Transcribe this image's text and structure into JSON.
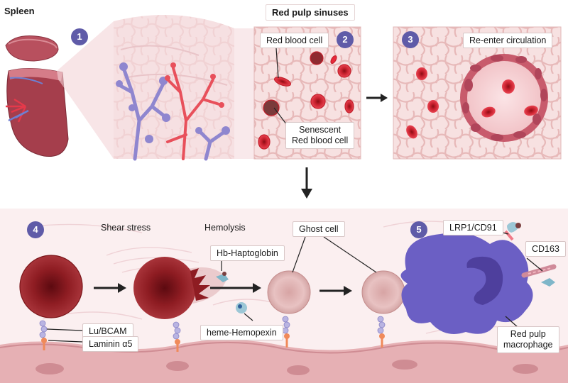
{
  "headers": {
    "spleen": "Spleen",
    "red_pulp_sinuses": "Red pulp sinuses"
  },
  "steps": [
    "1",
    "2",
    "3",
    "4",
    "5"
  ],
  "labels": {
    "red_blood_cell": "Red blood cell",
    "senescent_line1": "Senescent",
    "senescent_line2": "Red blood cell",
    "re_enter": "Re-enter circulation",
    "shear_stress": "Shear stress",
    "hemolysis": "Hemolysis",
    "ghost_cell": "Ghost cell",
    "hb_haptoglobin": "Hb-Haptoglobin",
    "heme_hemopexin": "heme-Hemopexin",
    "lu_bcam": "Lu/BCAM",
    "laminin": "Laminin α5",
    "lrp1": "LRP1/CD91",
    "cd163": "CD163",
    "macrophage_line1": "Red pulp",
    "macrophage_line2": "macrophage"
  },
  "colors": {
    "step_badge": "#5f5ba8",
    "rbc": "#e8283a",
    "senescent_rbc": "#7a3a3a",
    "tissue": "#f4d6d6",
    "vein": "#8f86cf",
    "artery": "#e8505b",
    "macrophage": "#6b5fc4"
  }
}
